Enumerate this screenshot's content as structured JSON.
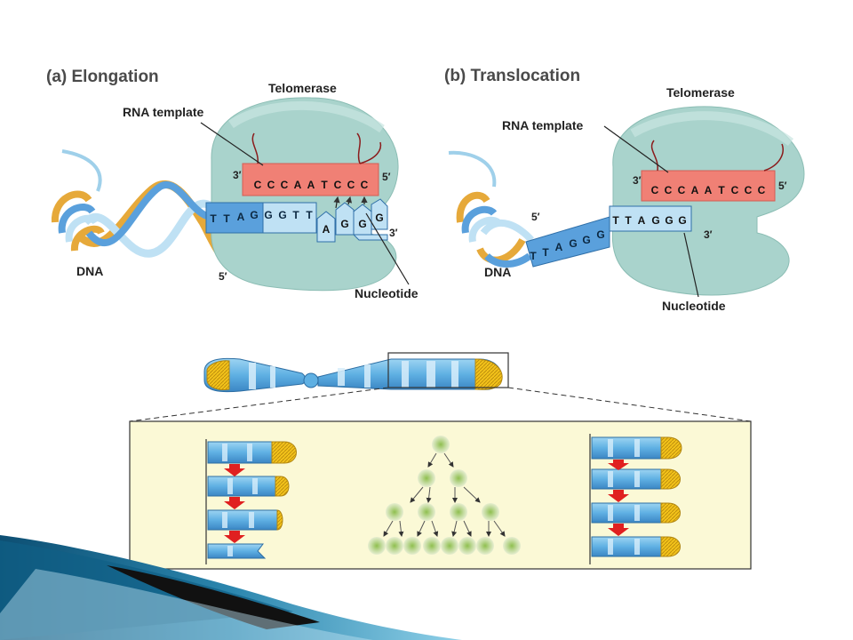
{
  "panel_a": {
    "title": "(a) Elongation",
    "enzyme_label": "Telomerase",
    "template_label": "RNA template",
    "dna_label": "DNA",
    "nucleotide_label": "Nucleotide",
    "template_end_left": "3′",
    "template_end_right": "5′",
    "strand_end_bottom": "5′",
    "strand_end_right": "3′",
    "rna_bases": [
      "C",
      "C",
      "C",
      "A",
      "A",
      "T",
      "C",
      "C",
      "C"
    ],
    "dna_bases": [
      "T",
      "T",
      "A",
      "G",
      "G",
      "G",
      "T",
      "T"
    ],
    "incoming_bases": [
      "A",
      "G",
      "G",
      "G"
    ]
  },
  "panel_b": {
    "title": "(b) Translocation",
    "enzyme_label": "Telomerase",
    "template_label": "RNA template",
    "dna_label": "DNA",
    "nucleotide_label": "Nucleotide",
    "template_end_left": "3′",
    "template_end_right": "5′",
    "strand_end_left": "5′",
    "strand_end_right": "3′",
    "rna_bases": [
      "C",
      "C",
      "C",
      "A",
      "A",
      "T",
      "C",
      "C",
      "C"
    ],
    "dna_bases": [
      "T",
      "T",
      "A",
      "G",
      "G",
      "G",
      "T",
      "T",
      "A",
      "G",
      "G",
      "G"
    ]
  },
  "colors": {
    "telomerase": "#a9d3cc",
    "rna": "#f08075",
    "dna_blue": "#5aa0dc",
    "dna_light": "#bfe1f4",
    "dna_gold": "#e6a93a",
    "telomere_cap": "#f2c21a",
    "arrow_red": "#e02020",
    "panel_bg": "#fbf9d6"
  }
}
